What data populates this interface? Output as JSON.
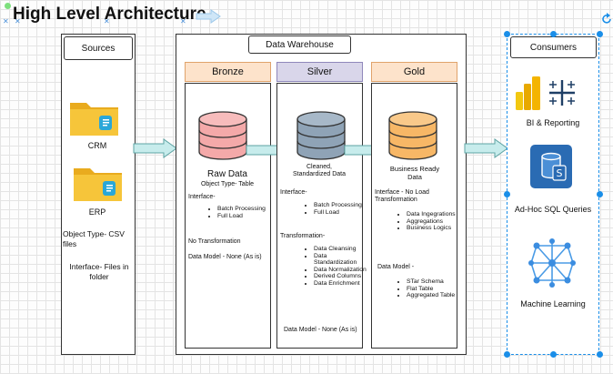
{
  "title": "High Level Architecture",
  "sources": {
    "header": "Sources",
    "crm": "CRM",
    "erp": "ERP",
    "object_type": "Object Type- CSV files",
    "interface": "Interface- Files in folder"
  },
  "warehouse": {
    "header": "Data Warehouse",
    "bronze": {
      "header": "Bronze",
      "db_label": "Raw Data",
      "object_type": "Object Type- Table",
      "interface_title": "Interface-",
      "interface_items": [
        "Batch Processing",
        "Full Load"
      ],
      "transformation": "No Transformation",
      "data_model": "Data Model - None (As is)"
    },
    "silver": {
      "header": "Silver",
      "db_label": "Cleaned, Standardized Data",
      "interface_title": "Interface-",
      "interface_items": [
        "Batch Processing",
        "Full Load"
      ],
      "transformation_title": "Transformation-",
      "transformation_items": [
        "Data Cleansing",
        "Data Standardization",
        "Data Normalization",
        "Derived Columns",
        "Data Enrichment"
      ],
      "data_model": "Data Model - None (As is)"
    },
    "gold": {
      "header": "Gold",
      "db_label": "Business Ready Data",
      "interface_title": "Interface - No Load Transformation",
      "interface_items": [
        "Data Ingegrations",
        "Aggregations",
        "Business Logics"
      ],
      "data_model_title": "Data Model -",
      "data_model_items": [
        "STar Schema",
        "Flat Table",
        "Aggregated Table"
      ]
    }
  },
  "consumers": {
    "header": "Consumers",
    "bi": "BI & Reporting",
    "sql": "Ad-Hoc SQL Queries",
    "ml": "Machine Learning"
  },
  "colors": {
    "bronze_header": "#fde3cb",
    "silver_header": "#d9d6ea",
    "gold_header": "#fde3cb",
    "arrow": "#c7ecec",
    "folder": "#f6c53a",
    "bronze_db": "#f4a9a9",
    "silver_db": "#8fa3b6",
    "gold_db": "#f7b766",
    "selection": "#1a8ee8"
  }
}
